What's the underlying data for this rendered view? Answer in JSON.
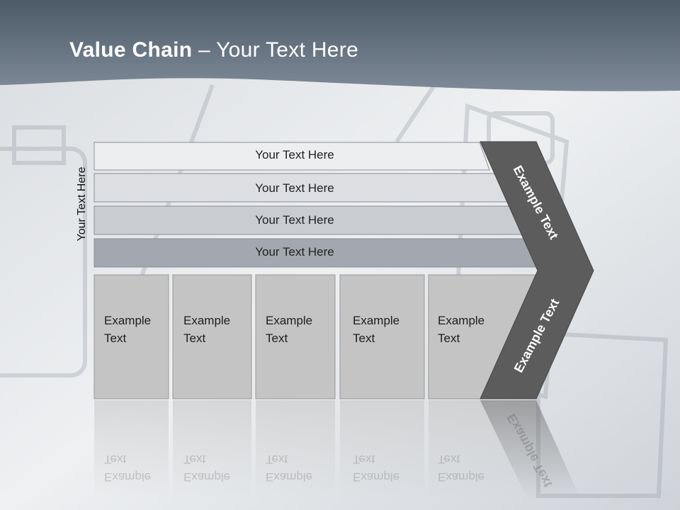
{
  "title": {
    "bold": "Value Chain",
    "rest": " – Your Text Here"
  },
  "side_label": "Your Text Here",
  "rows": [
    {
      "label": "Your Text Here"
    },
    {
      "label": "Your Text Here"
    },
    {
      "label": "Your Text Here"
    },
    {
      "label": "Your Text Here"
    }
  ],
  "columns": [
    {
      "line1": "Example",
      "line2": "Text"
    },
    {
      "line1": "Example",
      "line2": "Text"
    },
    {
      "line1": "Example",
      "line2": "Text"
    },
    {
      "line1": "Example",
      "line2": "Text"
    },
    {
      "line1": "Example",
      "line2": "Text"
    }
  ],
  "chevron": {
    "upper": "Example Text",
    "lower": "Example Text"
  },
  "colors": {
    "header": "#6b7888",
    "chevron": "#5c5c5c",
    "column": "#c4c4c4",
    "row1": "#edeef0",
    "row2": "#dcdee2",
    "row3": "#c9ccd1",
    "row4": "#a3a8b0"
  }
}
